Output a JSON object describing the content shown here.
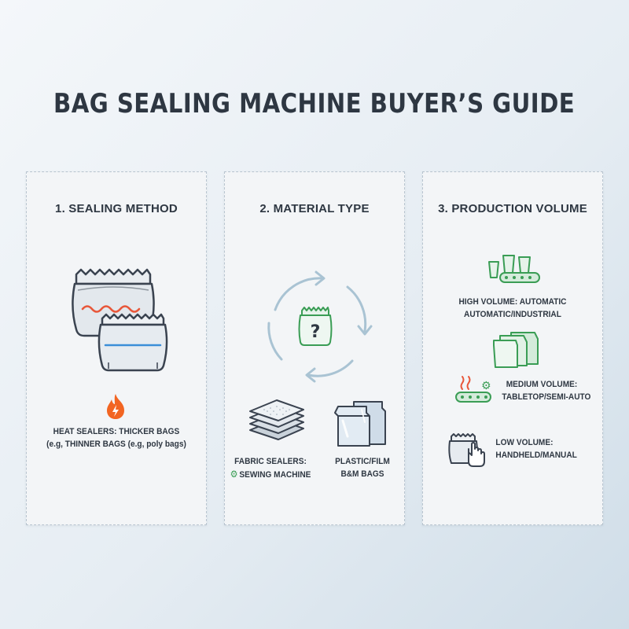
{
  "title": "BAG SEALING MACHINE BUYER’S GUIDE",
  "panels": [
    {
      "heading": "1. SEALING METHOD",
      "caption": [
        "HEAT SEALERS: THICKER BAGS",
        "(e.g, THINNER BAGS (e.g, poly bags)"
      ],
      "icons": [
        "bag-red-seal-icon",
        "bag-blue-seal-icon",
        "flame-icon"
      ]
    },
    {
      "heading": "2. MATERIAL TYPE",
      "fabric": [
        "FABRIC SEALERS:",
        "SEWING MACHINE"
      ],
      "plastic": [
        "PLASTIC/FILM",
        "B&M BAGS"
      ],
      "question_mark": "?",
      "icons": [
        "cycle-arrows-icon",
        "question-bag-icon",
        "fabric-stack-icon",
        "plastic-bags-icon",
        "gear-icon"
      ]
    },
    {
      "heading": "3. PRODUCTION VOLUME",
      "high": [
        "HIGH VOLUME: AUTOMATIC",
        "AUTOMATIC/INDUSTRIAL"
      ],
      "medium": [
        "MEDIUM VOLUME:",
        "TABLETOP/SEMI-AUTO"
      ],
      "low": [
        "LOW VOLUME:",
        "HANDHELD/MANUAL"
      ],
      "icons": [
        "conveyor-icon",
        "stacked-bags-icon",
        "heat-conveyor-icon",
        "hand-bag-icon"
      ]
    }
  ],
  "colors": {
    "accent_green": "#3a9d55",
    "seal_red": "#e8573a",
    "seal_blue": "#3b8ed8",
    "flame_orange": "#f26522",
    "arrow_blue": "#a9c3d3",
    "outline": "#3a4350"
  }
}
